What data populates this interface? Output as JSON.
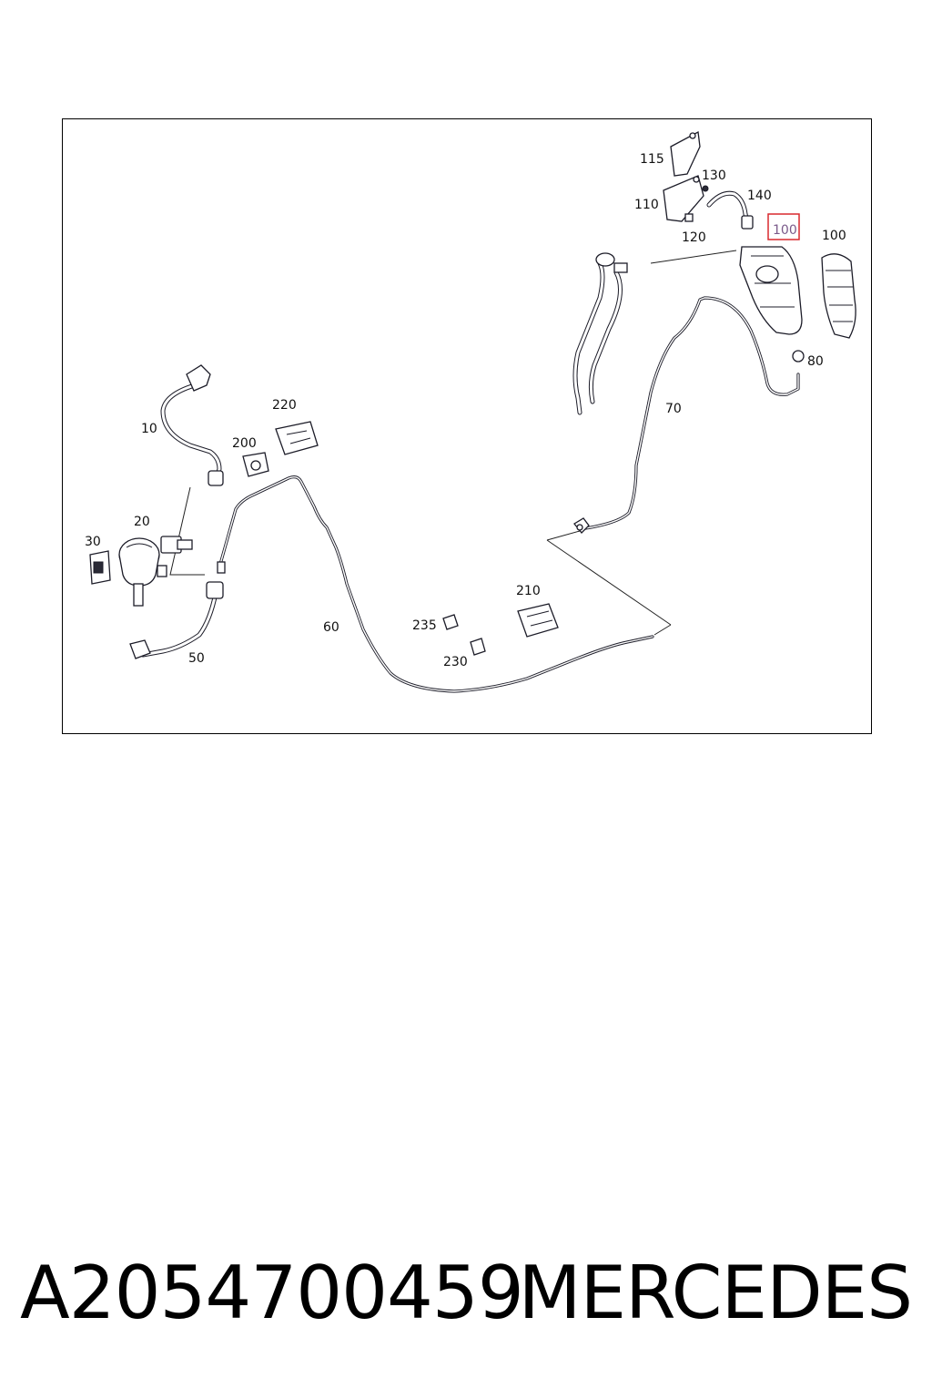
{
  "diagram": {
    "callouts": {
      "c10": "10",
      "c20": "20",
      "c30": "30",
      "c50": "50",
      "c60": "60",
      "c70": "70",
      "c80": "80",
      "c100a": "100",
      "c100b": "100",
      "c110": "110",
      "c115": "115",
      "c120": "120",
      "c130": "130",
      "c140": "140",
      "c200": "200",
      "c210": "210",
      "c220": "220",
      "c230": "230",
      "c235": "235"
    },
    "highlighted_callout": "c100a",
    "highlight_color": "#d9292e"
  },
  "caption": {
    "part_number": "A2054700459",
    "brand": "MERCEDES"
  }
}
